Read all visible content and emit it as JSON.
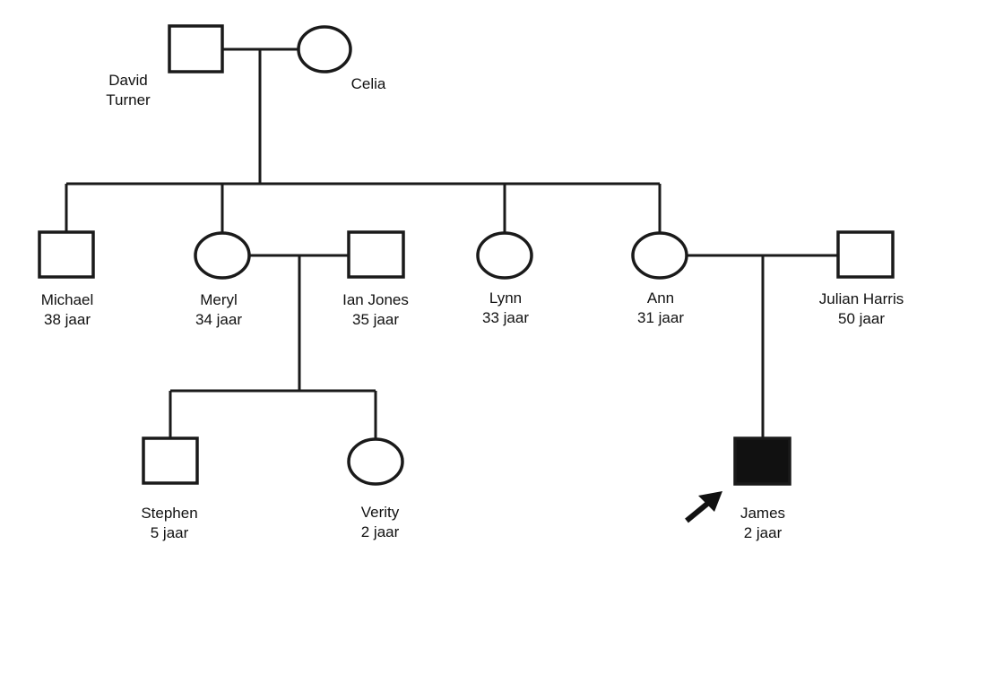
{
  "legend": {
    "unit": "jaar"
  },
  "people": {
    "david": {
      "name_line1": "David",
      "name_line2": "Turner",
      "sex": "male",
      "affected": false
    },
    "celia": {
      "name": "Celia",
      "sex": "female",
      "affected": false
    },
    "michael": {
      "name": "Michael",
      "age": "38 jaar",
      "sex": "male",
      "affected": false
    },
    "meryl": {
      "name": "Meryl",
      "age": "34 jaar",
      "sex": "female",
      "affected": false
    },
    "ian": {
      "name": "Ian Jones",
      "age": "35 jaar",
      "sex": "male",
      "affected": false
    },
    "lynn": {
      "name": "Lynn",
      "age": "33 jaar",
      "sex": "female",
      "affected": false
    },
    "ann": {
      "name": "Ann",
      "age": "31 jaar",
      "sex": "female",
      "affected": false
    },
    "julian": {
      "name": "Julian Harris",
      "age": "50 jaar",
      "sex": "male",
      "affected": false
    },
    "stephen": {
      "name": "Stephen",
      "age": "5 jaar",
      "sex": "male",
      "affected": false
    },
    "verity": {
      "name": "Verity",
      "age": "2 jaar",
      "sex": "female",
      "affected": false
    },
    "james": {
      "name": "James",
      "age": "2 jaar",
      "sex": "male",
      "affected": true,
      "proband": true
    }
  },
  "colors": {
    "line": "#1a1a1a",
    "affected_fill": "#111111",
    "unaffected_fill": "#ffffff"
  }
}
